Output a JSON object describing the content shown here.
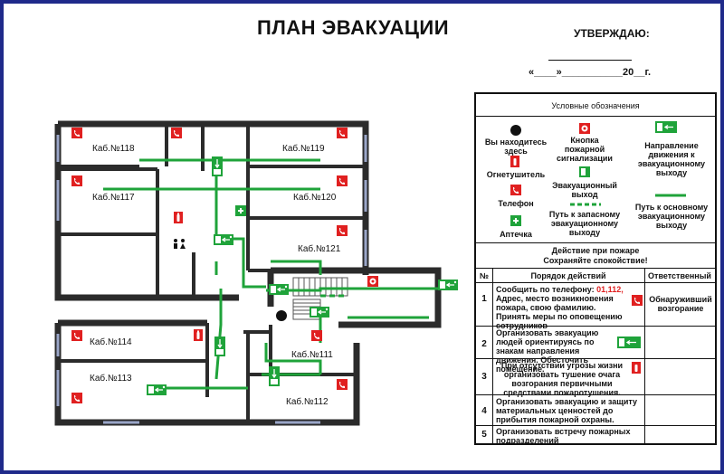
{
  "header": {
    "title": "ПЛАН ЭВАКУАЦИИ",
    "approve": "УТВЕРЖДАЮ:",
    "date_line": "«____»___________20__г."
  },
  "rooms": {
    "r118": "Каб.№118",
    "r119": "Каб.№119",
    "r117": "Каб.№117",
    "r120": "Каб.№120",
    "r121": "Каб.№121",
    "r114": "Каб.№114",
    "r113": "Каб.№113",
    "r111": "Каб.№111",
    "r112": "Каб.№112"
  },
  "legend": {
    "title": "Условные обозначения",
    "you_are_here": "Вы находитесь здесь",
    "alarm_button": "Кнопка пожарной сигнализации",
    "exit_direction": "Направление движения к эвакуационному выходу",
    "extinguisher": "Огнетушитель",
    "evac_exit": "Эвакуационный выход",
    "phone": "Телефон",
    "reserve_path": "Путь к запасному эвакуационному выходу",
    "main_path": "Путь к основному эвакуационному выходу",
    "first_aid": "Аптечка"
  },
  "actions": {
    "title_line1": "Действие при пожаре",
    "title_line2": "Сохраняйте спокойствие!",
    "col_num": "№",
    "col_order": "Порядок действий",
    "col_responsible": "Ответственный",
    "steps": [
      {
        "num": "1",
        "line1": "Сообщить по телефону:",
        "phone": "01,112,",
        "line2": "Адрес, место возникновения пожара, свою фамилию.",
        "line3": "Принять меры по оповещению сотрудников"
      },
      {
        "num": "2",
        "text": "Организовать эвакуацию людей ориентируясь по знакам направления движения. Обесточить помещение."
      },
      {
        "num": "3",
        "text": "При отсутствии угрозы жизни организовать тушение очага возгорания первичными средствами пожаротушения."
      },
      {
        "num": "4",
        "text": "Организовать эвакуацию и защиту материальных ценностей до прибытия пожарной охраны."
      },
      {
        "num": "5",
        "text": "Организовать встречу пожарных подразделений"
      }
    ],
    "responsible": "Обнаруживший возгорание"
  },
  "colors": {
    "wall": "#2b2b2b",
    "green": "#1fa33a",
    "red": "#e02020",
    "frame": "#1f2a8a"
  },
  "icons": [
    "phone-icon",
    "extinguisher-icon",
    "alarm-button-icon",
    "exit-sign-icon",
    "first-aid-icon",
    "you-are-here-icon",
    "toilet-icon",
    "stairs-icon"
  ]
}
